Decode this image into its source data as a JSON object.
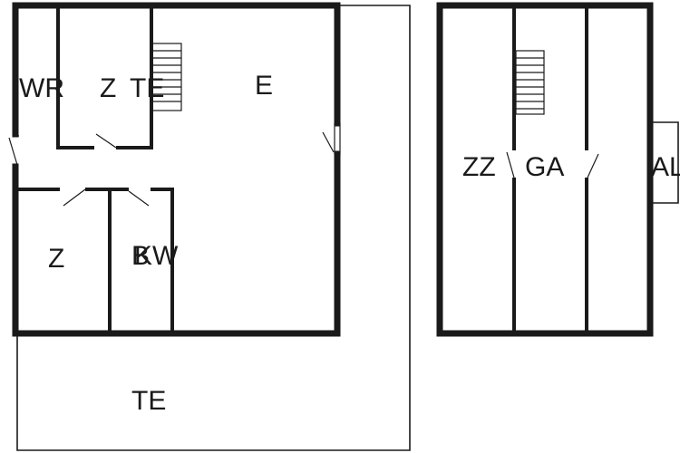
{
  "floorplan": {
    "rooms": [
      {
        "id": "wr",
        "label": "WR"
      },
      {
        "id": "z-top",
        "label": "Z"
      },
      {
        "id": "te-small",
        "label": "TE"
      },
      {
        "id": "e",
        "label": "E"
      },
      {
        "id": "z-bottom",
        "label": "Z"
      },
      {
        "id": "b",
        "label": "B"
      },
      {
        "id": "kw",
        "label": "KW"
      },
      {
        "id": "te-terrace",
        "label": "TE"
      },
      {
        "id": "zz",
        "label": "ZZ"
      },
      {
        "id": "ga",
        "label": "GA"
      },
      {
        "id": "al",
        "label": "AL"
      }
    ],
    "colors": {
      "wall": "#1a1a1a",
      "background": "#ffffff"
    }
  }
}
